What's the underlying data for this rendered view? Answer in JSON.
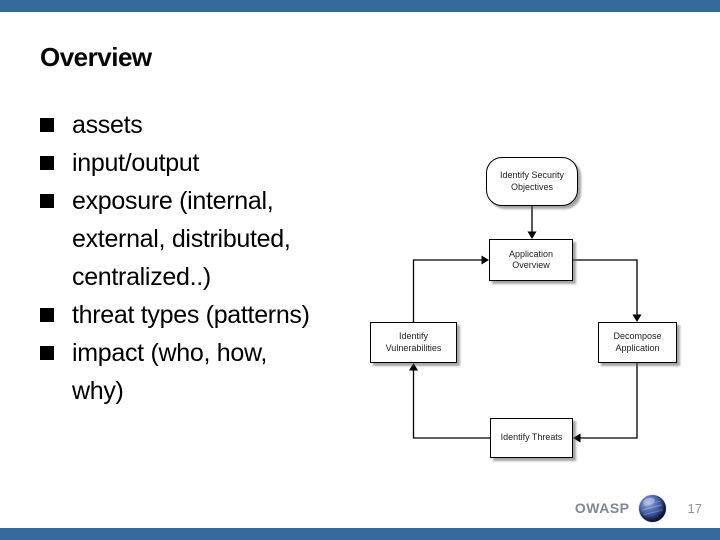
{
  "slide": {
    "title": "Overview",
    "bullets": [
      {
        "lines": [
          "assets"
        ]
      },
      {
        "lines": [
          "input/output"
        ]
      },
      {
        "lines": [
          "exposure (internal,",
          "external, distributed,",
          "centralized..)"
        ]
      },
      {
        "lines": [
          "threat types (patterns)"
        ]
      },
      {
        "lines": [
          "impact (who, how,",
          "why)"
        ]
      }
    ]
  },
  "diagram": {
    "nodes": [
      {
        "id": "identify-security-objectives",
        "label": "Identify Security Objectives",
        "shape": "rounded"
      },
      {
        "id": "application-overview",
        "label": "Application Overview",
        "shape": "rect"
      },
      {
        "id": "decompose-application",
        "label": "Decompose Application",
        "shape": "rect"
      },
      {
        "id": "identify-vulnerabilities",
        "label": "Identify Vulnerabilities",
        "shape": "rect"
      },
      {
        "id": "identify-threats",
        "label": "Identify Threats",
        "shape": "rect"
      }
    ],
    "edges": [
      {
        "from": "identify-security-objectives",
        "to": "application-overview"
      },
      {
        "from": "application-overview",
        "to": "decompose-application"
      },
      {
        "from": "decompose-application",
        "to": "identify-threats"
      },
      {
        "from": "identify-threats",
        "to": "identify-vulnerabilities"
      },
      {
        "from": "identify-vulnerabilities",
        "to": "application-overview"
      }
    ]
  },
  "footer": {
    "brand": "OWASP",
    "page_number": "17",
    "logo": "owasp-globe-icon"
  },
  "colors": {
    "bar_blue": "#36699c",
    "text_black": "#000000",
    "footer_gray": "#7f8790"
  }
}
